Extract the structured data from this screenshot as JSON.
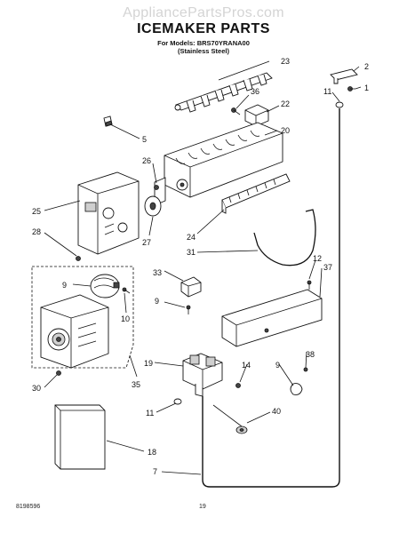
{
  "header": {
    "watermark": "AppliancePartsPros.com",
    "title": "ICEMAKER PARTS",
    "models_line": "For Models: BRS70YRANA00",
    "variant_line": "(Stainless Steel)"
  },
  "footer": {
    "doc_number": "8198596",
    "page_number": "19"
  },
  "callouts": [
    "23",
    "2",
    "1",
    "11",
    "36",
    "22",
    "5",
    "20",
    "26",
    "25",
    "28",
    "24",
    "27",
    "31",
    "33",
    "9",
    "12",
    "37",
    "9",
    "38",
    "10",
    "19",
    "14",
    "9",
    "30",
    "35",
    "11",
    "40",
    "18",
    "7"
  ]
}
